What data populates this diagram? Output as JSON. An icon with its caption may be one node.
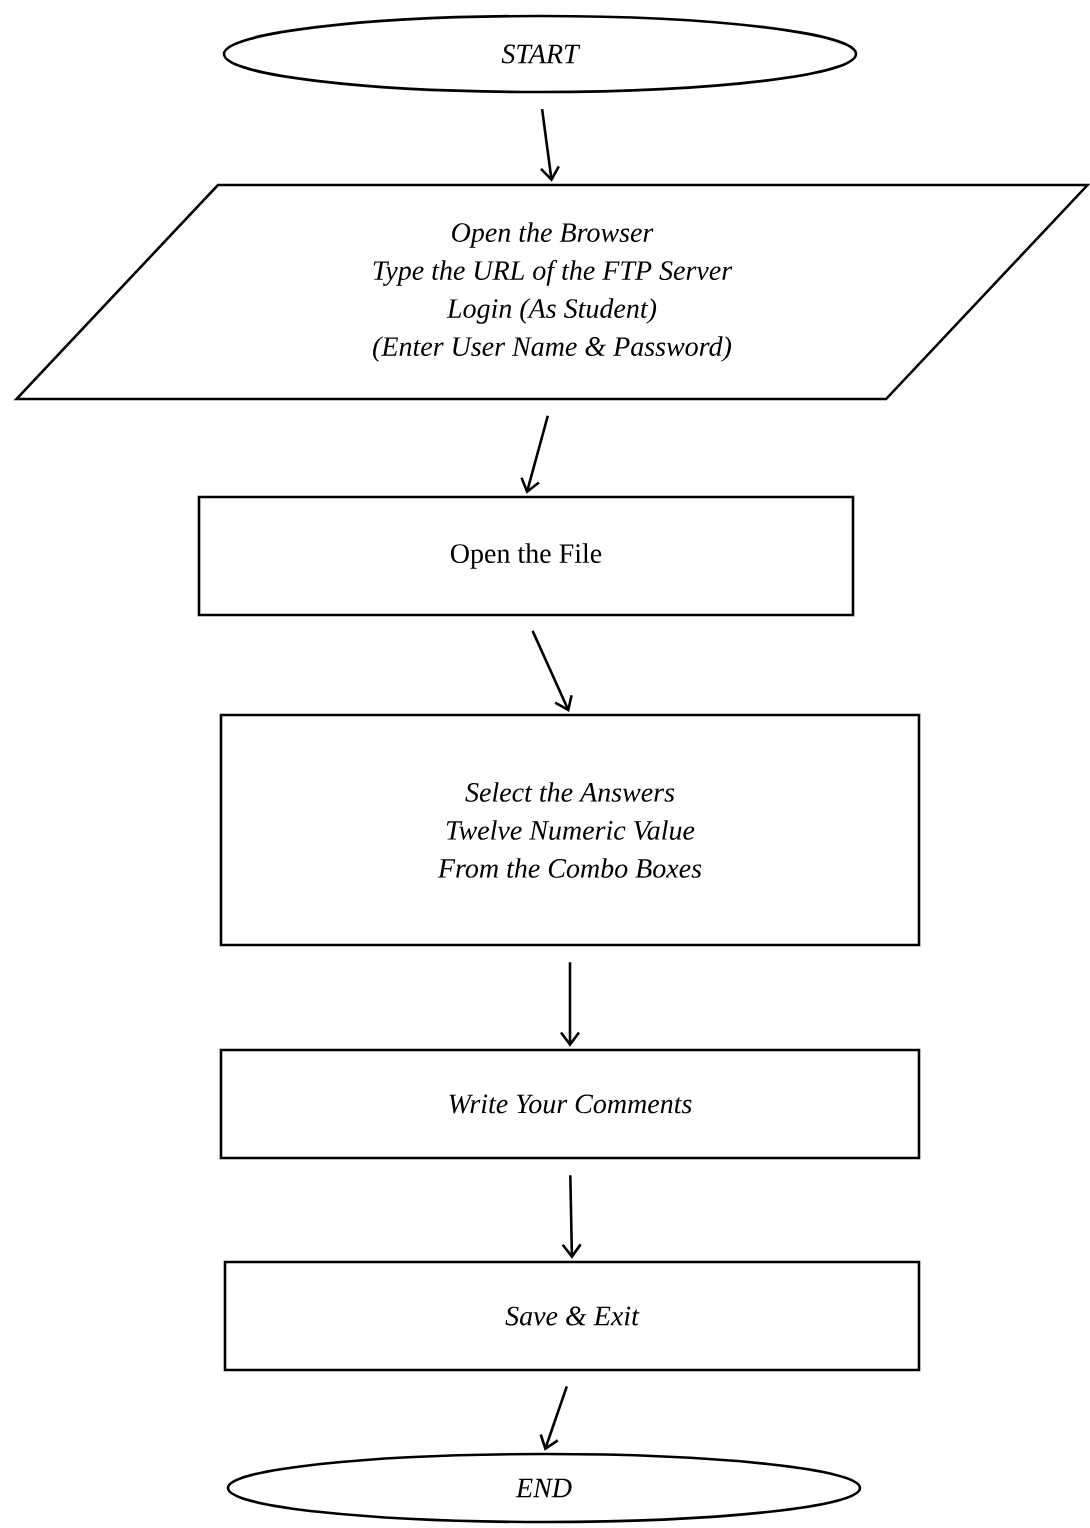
{
  "diagram": {
    "nodes": [
      {
        "text": [
          "START"
        ]
      },
      {
        "text": [
          "Open the Browser",
          "Type the URL of the FTP Server",
          "Login (As Student)",
          "(Enter User Name & Password)"
        ]
      },
      {
        "text": [
          "Open the File"
        ]
      },
      {
        "text": [
          "Select the Answers",
          "Twelve Numeric Value",
          "From the Combo Boxes"
        ]
      },
      {
        "text": [
          "Write Your Comments"
        ]
      },
      {
        "text": [
          "Save & Exit"
        ]
      },
      {
        "text": [
          "END"
        ]
      }
    ],
    "edges": [
      {
        "from": 0,
        "to": 1,
        "arrow": "to"
      },
      {
        "from": 1,
        "to": 2,
        "arrow": "to"
      },
      {
        "from": 2,
        "to": 3,
        "arrow": "to"
      },
      {
        "from": 3,
        "to": 4,
        "arrow": "to"
      },
      {
        "from": 4,
        "to": 5,
        "arrow": "to"
      },
      {
        "from": 5,
        "to": 6,
        "arrow": "to"
      }
    ]
  }
}
